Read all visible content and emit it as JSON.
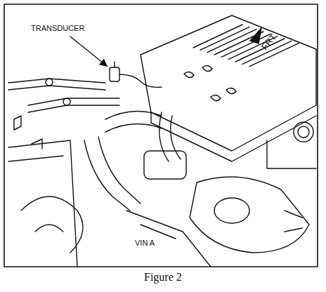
{
  "diagram": {
    "caption": "Figure 2",
    "labels": [
      "TRANSDUCER",
      "FRT",
      "VIN A"
    ]
  }
}
